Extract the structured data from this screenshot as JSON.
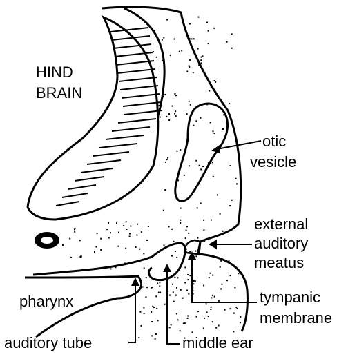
{
  "labels": {
    "hind_brain_line1": "HIND",
    "hind_brain_line2": "BRAIN",
    "otic_line1": "otic",
    "otic_line2": "vesicle",
    "external_line1": "external",
    "external_line2": "auditory",
    "external_line3": "meatus",
    "tympanic_line1": "tympanic",
    "tympanic_line2": "membrane",
    "pharynx": "pharynx",
    "auditory_tube": "auditory tube",
    "middle_ear": "middle ear"
  },
  "colors": {
    "ink": "#000000",
    "paper": "#ffffff"
  }
}
